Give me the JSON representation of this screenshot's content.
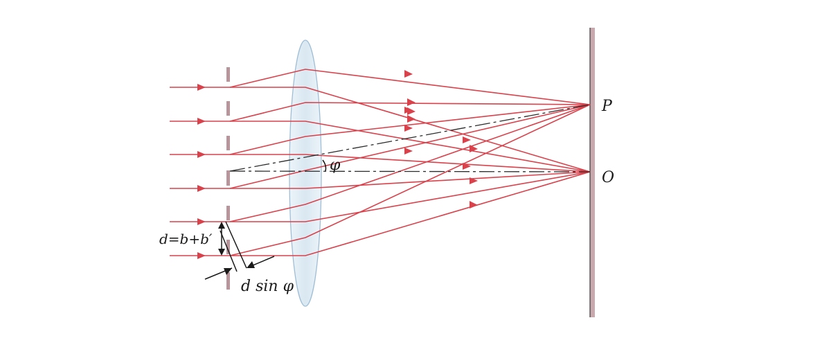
{
  "diagram": {
    "labels": {
      "point_p": "P",
      "point_o": "O",
      "angle": "φ",
      "spacing": "d=b+b′",
      "path_difference": "d sin φ"
    },
    "colors": {
      "ray": "#d9414b",
      "lens_fill": "#dbeaf3",
      "lens_stroke": "#8fb3cf",
      "screen": "#c9a9ad",
      "grating": "#b8959a",
      "axis": "#2b2b2b"
    }
  }
}
